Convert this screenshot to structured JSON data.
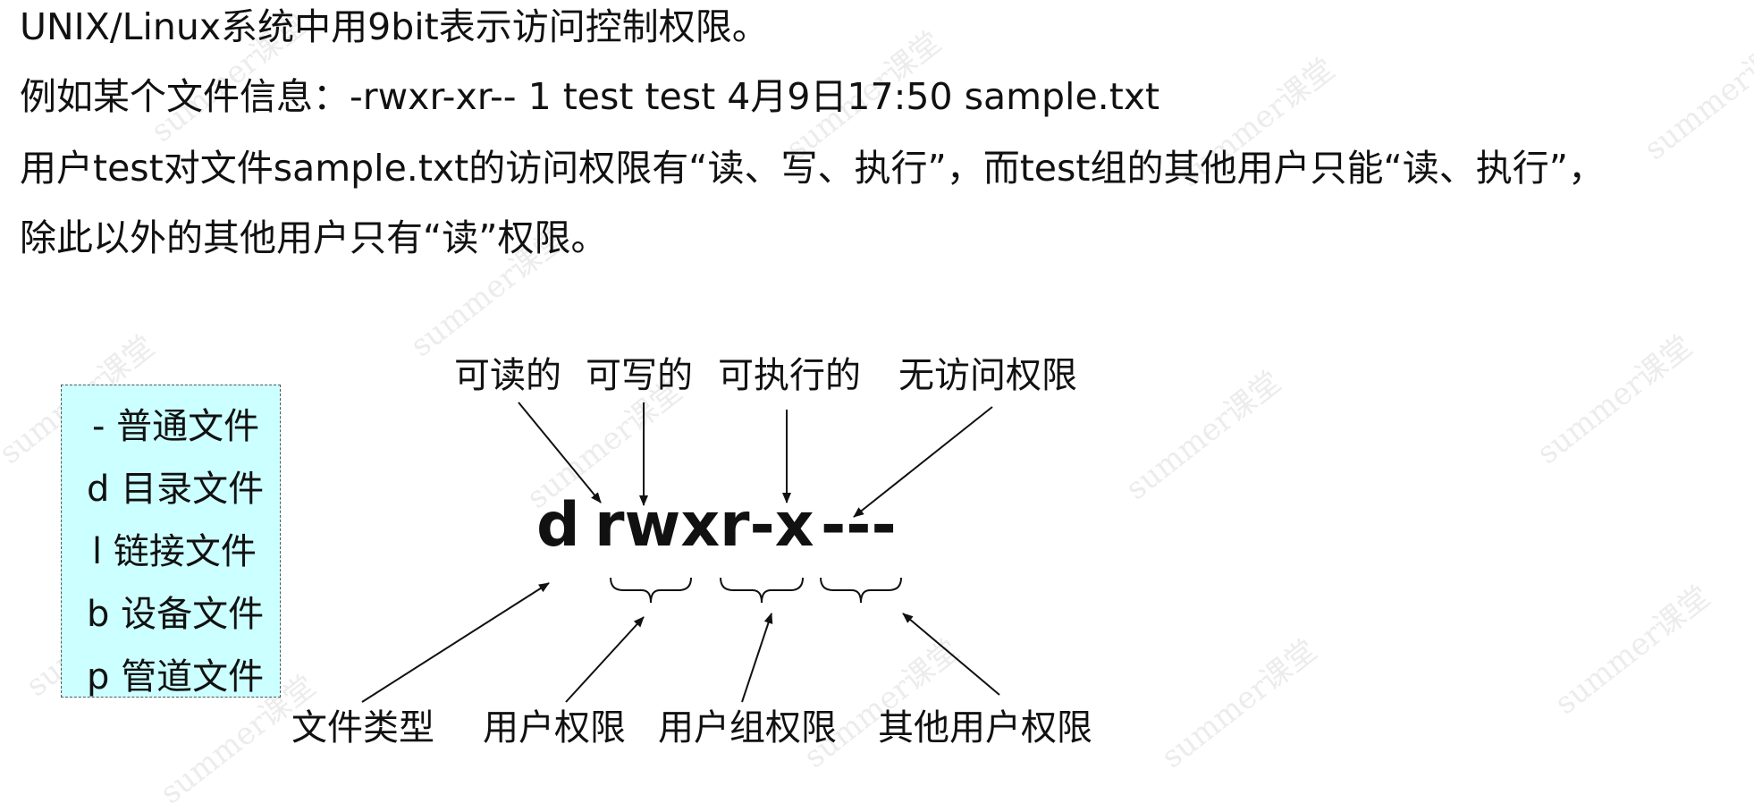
{
  "watermark": "summer课堂",
  "intro": {
    "line1": "UNIX/Linux系统中用9bit表示访问控制权限。",
    "line2": "例如某个文件信息：-rwxr-xr--  1  test  test  4月9日17:50  sample.txt",
    "line3": "用户test对文件sample.txt的访问权限有“读、写、执行”，而test组的其他用户只能“读、执行”，",
    "line4": "除此以外的其他用户只有“读”权限。"
  },
  "legend": {
    "items": [
      "- 普通文件",
      "d 目录文件",
      "l 链接文件",
      "b 设备文件",
      "p 管道文件"
    ]
  },
  "top_labels": {
    "readable": "可读的",
    "writable": "可写的",
    "executable": "可执行的",
    "no_access": "无访问权限"
  },
  "permission": {
    "type": "d",
    "user": "rwx",
    "group": "r-x",
    "other": "---"
  },
  "bottom_labels": {
    "file_type": "文件类型",
    "user_perm": "用户权限",
    "group_perm": "用户组权限",
    "other_perm": "其他用户权限"
  }
}
